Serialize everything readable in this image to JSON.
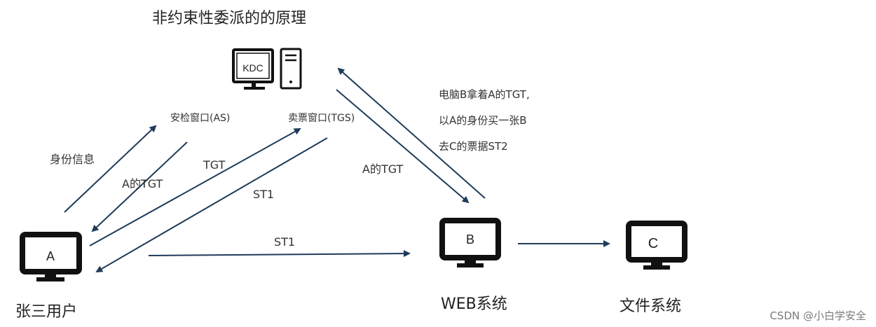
{
  "title": "非约束性委派的的原理",
  "kdc": {
    "label": "KDC"
  },
  "windows": {
    "as": "安检窗口(AS)",
    "tgs": "卖票窗口(TGS)"
  },
  "arrows": {
    "identity": "身份信息",
    "a_tgt_return": "A的TGT",
    "tgt_to_tgs": "TGT",
    "st1_return": "ST1",
    "st1_to_web": "ST1",
    "a_tgt_to_b": "A的TGT"
  },
  "note": {
    "line1": "电脑B拿着A的TGT,",
    "line2": "以A的身份买一张B",
    "line3": "去C的票据ST2"
  },
  "nodes": {
    "a": {
      "letter": "A",
      "caption": "张三用户"
    },
    "b": {
      "letter": "B",
      "caption": "WEB系统"
    },
    "c": {
      "letter": "C",
      "caption": "文件系统"
    }
  },
  "watermark": "CSDN @小白学安全",
  "colors": {
    "arrow": "#1f3b5a",
    "icon": "#111111"
  }
}
